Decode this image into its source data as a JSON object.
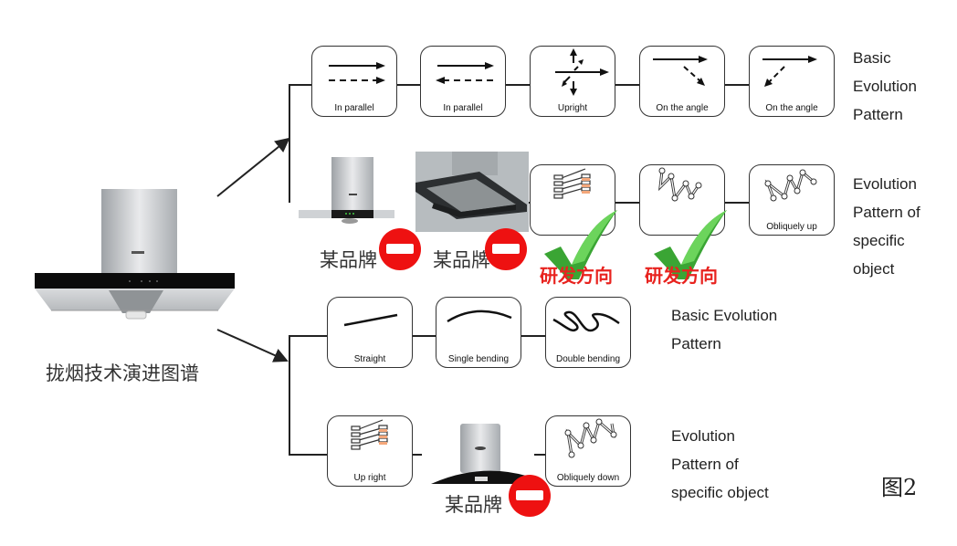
{
  "title": "拢烟技术演进图谱",
  "figure_label": "图2",
  "brand_label": "某品牌",
  "rd_label": "研发方向",
  "rows": [
    {
      "id": "row1",
      "side_label": [
        "Basic",
        "Evolution",
        "Pattern"
      ],
      "boxes": [
        {
          "icon": "parallel-same-direction-arrows",
          "caption": "In parallel"
        },
        {
          "icon": "parallel-opposite-direction-arrows",
          "caption": "In parallel"
        },
        {
          "icon": "upright-cross-arrows",
          "caption": "Upright"
        },
        {
          "icon": "angle-down-right-arrows",
          "caption": "On the angle"
        },
        {
          "icon": "angle-down-left-arrows",
          "caption": "On the angle"
        }
      ]
    },
    {
      "id": "row2",
      "side_label": [
        "Evolution",
        "Pattern of",
        "specific",
        "object"
      ],
      "items": [
        {
          "type": "product",
          "brand": "某品牌",
          "status": "rejected"
        },
        {
          "type": "product",
          "brand": "某品牌",
          "status": "rejected"
        },
        {
          "type": "box",
          "icon": "staggered-bars",
          "caption": "",
          "status": "rd-direction"
        },
        {
          "type": "box",
          "icon": "zigzag-links",
          "caption": "",
          "status": "rd-direction"
        },
        {
          "type": "box",
          "icon": "zigzag-links-up",
          "caption": "Obliquely up"
        }
      ]
    },
    {
      "id": "row3",
      "side_label": [
        "Basic Evolution",
        "Pattern"
      ],
      "boxes": [
        {
          "icon": "straight-line",
          "caption": "Straight"
        },
        {
          "icon": "single-bend-line",
          "caption": "Single bending"
        },
        {
          "icon": "double-bend-line",
          "caption": "Double bending"
        }
      ]
    },
    {
      "id": "row4",
      "side_label": [
        "Evolution",
        "Pattern of",
        "specific object"
      ],
      "items": [
        {
          "type": "box",
          "icon": "staggered-bars",
          "caption": "Up right"
        },
        {
          "type": "product",
          "brand": "某品牌",
          "status": "rejected"
        },
        {
          "type": "box",
          "icon": "zigzag-links-down",
          "caption": "Obliquely down"
        }
      ]
    }
  ]
}
